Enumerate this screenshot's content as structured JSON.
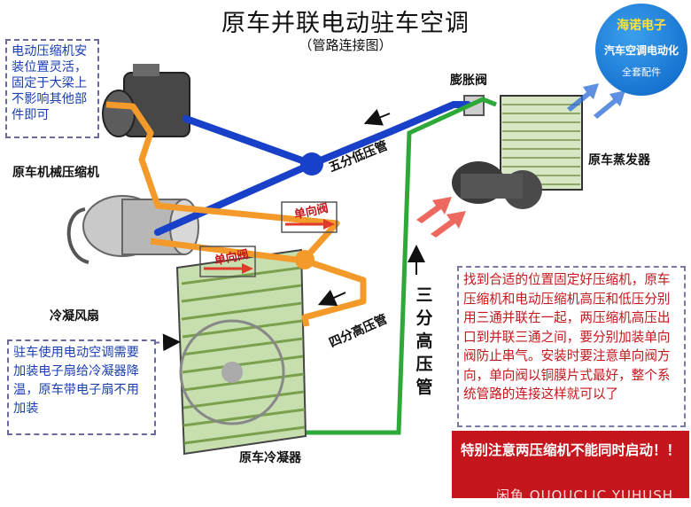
{
  "title": "原车并联电动驻车空调",
  "subtitle": "（管路连接图）",
  "badge": {
    "line1": "海诺电子",
    "line2": "汽车空调电动化",
    "line3": "全套配件"
  },
  "notes": {
    "compressor_mount": "电动压缩机安装位置灵活，固定于大梁上不影响其他部件即可",
    "fan": "驻车使用电动空调需要加装电子扇给冷凝器降温，原车带电子扇不用加装",
    "main": "找到合适的位置固定好压缩机，原车压缩机和电动压缩机高压和低压分别用三通并联在一起，两压缩机高压出口到并联三通之间，要分别加装单向阀防止串气。安装时要注意单向阀方向，单向阀以铜膜片式最好，整个系统管路的连接这样就可以了",
    "warning": "特别注意两压缩机不能同时启动！！"
  },
  "labels": {
    "mech_compressor": "原车机械压缩机",
    "expansion_valve": "膨胀阀",
    "evaporator": "原车蒸发器",
    "low_pipe": "五分低压管",
    "check_valve_1": "单向阀",
    "check_valve_2": "单向阀",
    "four_high_pipe": "四分高压管",
    "three_high_pipe": "三分高压管",
    "condenser_fan": "冷凝风扇",
    "condenser": "原车冷凝器"
  },
  "watermark": "闲鱼 OUOUCLIC YUHUSH",
  "colors": {
    "low_pressure": "#1840c8",
    "high_pressure": "#f39a2a",
    "liquid_line": "#2fa83a",
    "check_valve_arrow": "#e23a2a",
    "warm_air": "#e8362a",
    "cool_air": "#2a6ad8",
    "badge_bg": "#1570d8",
    "warning_bg": "#c4161c"
  }
}
